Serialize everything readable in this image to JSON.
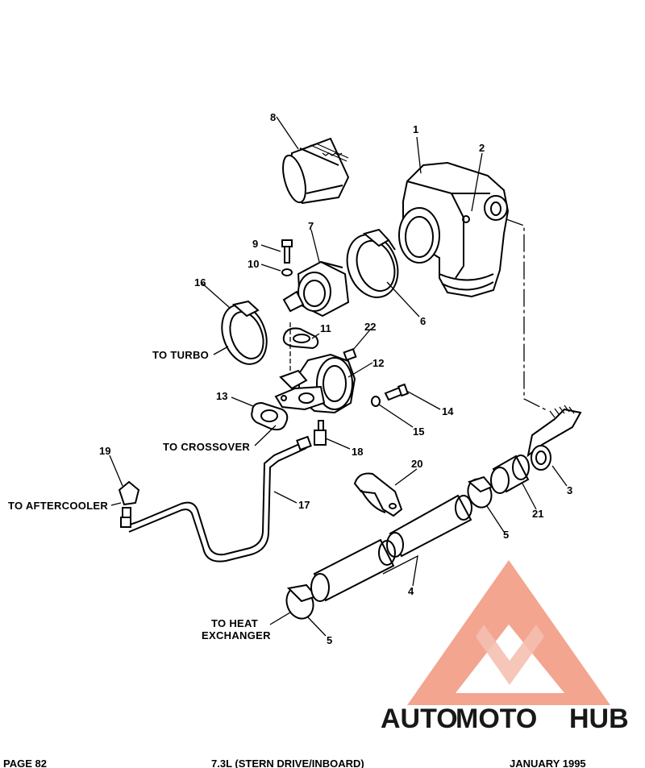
{
  "callouts": {
    "c1": "1",
    "c2": "2",
    "c3": "3",
    "c4": "4",
    "c5a": "5",
    "c5b": "5",
    "c6": "6",
    "c7": "7",
    "c8": "8",
    "c9": "9",
    "c10": "10",
    "c11": "11",
    "c12": "12",
    "c13": "13",
    "c14": "14",
    "c15": "15",
    "c16": "16",
    "c17": "17",
    "c18": "18",
    "c19": "19",
    "c20": "20",
    "c21": "21",
    "c22": "22"
  },
  "labels": {
    "to_turbo": "TO TURBO",
    "to_crossover": "TO CROSSOVER",
    "to_aftercooler": "TO AFTERCOOLER",
    "to_heat_1": "TO HEAT",
    "to_heat_2": "EXCHANGER"
  },
  "watermark": {
    "brand_auto": "AUTO",
    "brand_moto": "MOTO",
    "brand_hub": "HUB",
    "color_primary": "#f08a6e",
    "color_secondary": "#f4b9a8",
    "color_hub": "#8a8a8a"
  },
  "footer": {
    "left": "PAGE 82",
    "center": "7.3L (STERN DRIVE/INBOARD)",
    "right": "JANUARY 1995"
  }
}
